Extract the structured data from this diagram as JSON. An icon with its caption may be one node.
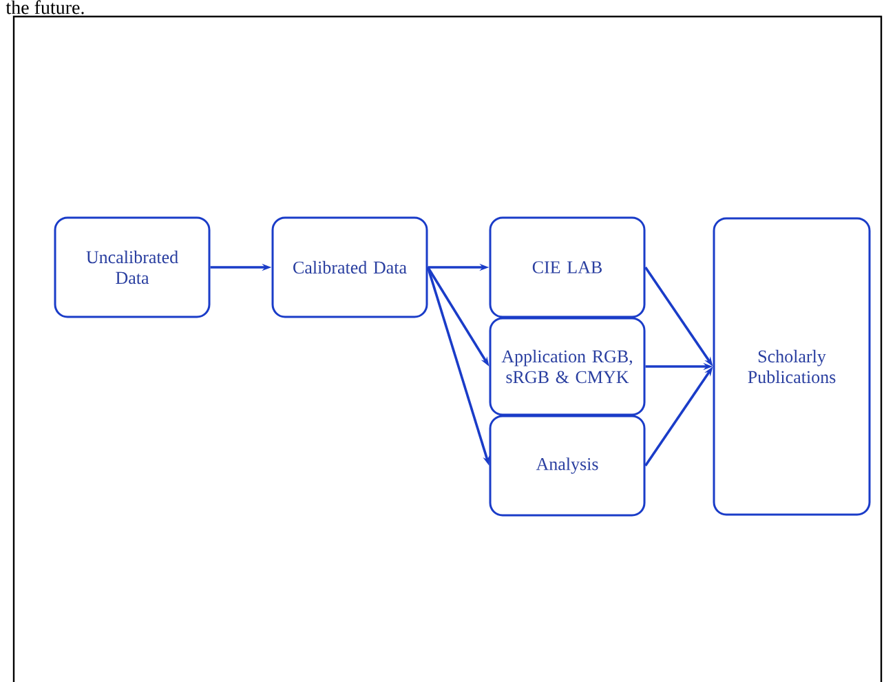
{
  "diagram": {
    "nodes": [
      {
        "text": [
          "Uncalibrated Data"
        ]
      },
      {
        "text": [
          "Calibrated Data"
        ]
      },
      {
        "text": [
          "CIE LAB"
        ]
      },
      {
        "text": [
          "Application RGB, sRGB & CMYK"
        ]
      },
      {
        "text": [
          "Analysis"
        ]
      },
      {
        "text": [
          "Scholarly Publications"
        ]
      }
    ],
    "edges": [
      {
        "from": 0,
        "to": 1,
        "arrow": "to"
      },
      {
        "from": 1,
        "to": 2,
        "arrow": "to"
      },
      {
        "from": 1,
        "to": 3,
        "arrow": "to"
      },
      {
        "from": 1,
        "to": 4,
        "arrow": "to"
      },
      {
        "from": 2,
        "to": 5,
        "arrow": "to"
      },
      {
        "from": 3,
        "to": 5,
        "arrow": "to"
      },
      {
        "from": 4,
        "to": 5,
        "arrow": "to"
      }
    ],
    "labels": [
      "the future."
    ]
  }
}
